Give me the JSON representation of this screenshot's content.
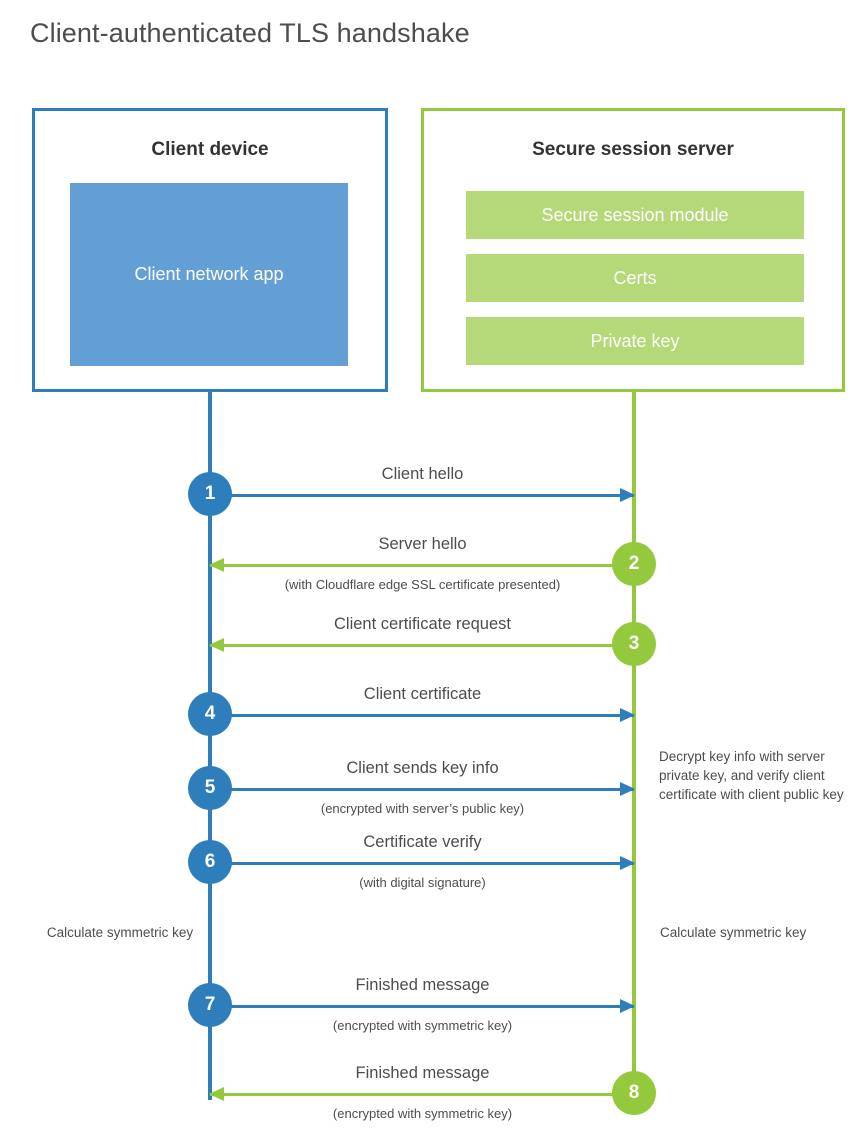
{
  "title": "Client-authenticated TLS handshake",
  "colors": {
    "blue_border": "#2e7ebb",
    "blue_fill": "#639fd4",
    "green_border": "#95c93d",
    "green_fill": "#b5d878",
    "text": "#4d4d4d",
    "heading": "#333333"
  },
  "parties": {
    "client": {
      "title": "Client device",
      "blocks": [
        {
          "label": "Client network app"
        }
      ]
    },
    "server": {
      "title": "Secure session server",
      "blocks": [
        {
          "label": "Secure session module"
        },
        {
          "label": "Certs"
        },
        {
          "label": "Private key"
        }
      ]
    }
  },
  "messages": [
    {
      "step": "1",
      "label": "Client hello",
      "sublabel": "",
      "direction": "right",
      "color": "blue"
    },
    {
      "step": "2",
      "label": "Server hello",
      "sublabel": "(with Cloudflare edge SSL certificate presented)",
      "direction": "left",
      "color": "green"
    },
    {
      "step": "3",
      "label": "Client certificate request",
      "sublabel": "",
      "direction": "left",
      "color": "green"
    },
    {
      "step": "4",
      "label": "Client certificate",
      "sublabel": "",
      "direction": "right",
      "color": "blue"
    },
    {
      "step": "5",
      "label": "Client sends key info",
      "sublabel": "(encrypted with server’s public key)",
      "direction": "right",
      "color": "blue"
    },
    {
      "step": "6",
      "label": "Certificate verify",
      "sublabel": "(with digital signature)",
      "direction": "right",
      "color": "blue"
    },
    {
      "step": "7",
      "label": "Finished message",
      "sublabel": "(encrypted with symmetric key)",
      "direction": "right",
      "color": "blue"
    },
    {
      "step": "8",
      "label": "Finished message",
      "sublabel": "(encrypted with symmetric key)",
      "direction": "left",
      "color": "green"
    }
  ],
  "notes": {
    "decrypt": "Decrypt key info with server private key, and verify client certificate with client public key",
    "client_symmetric": "Calculate symmetric key",
    "server_symmetric": "Calculate symmetric key"
  }
}
